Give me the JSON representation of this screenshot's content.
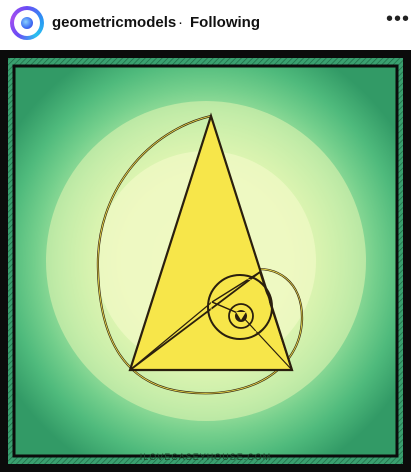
{
  "header": {
    "username": "geometricmodels",
    "separator": "·",
    "follow_status": "Following",
    "more_icon": "more-horizontal-icon"
  },
  "post": {
    "watermark": "ILOVECASEYHOUSE.COM",
    "colors": {
      "frame": "#0b0b0b",
      "outer_green": "#3fb078",
      "ring_mid": "#8edb9a",
      "center": "#f4fbc8",
      "triangle": "#f6e64c"
    }
  }
}
